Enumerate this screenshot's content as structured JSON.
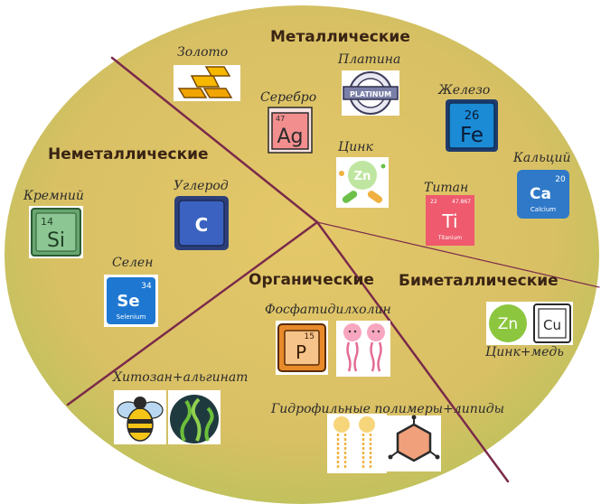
{
  "sections": {
    "metallic": "Металлические",
    "nonmetallic": "Неметаллические",
    "organic": "Органические",
    "bimetallic": "Биметаллические"
  },
  "items": {
    "gold": "Золото",
    "platinum": "Платина",
    "silver": "Серебро",
    "iron": "Железо",
    "zinc": "Цинк",
    "calcium": "Кальций",
    "titanium": "Титан",
    "silicon": "Кремний",
    "carbon": "Углерод",
    "selenium": "Селен",
    "phosphatidylcholine": "Фосфатидилхолин",
    "zinc_copper": "Цинк+медь",
    "chitosan_alginate": "Хитозан+альгинат",
    "hydrophilic_polymers_lipids": "Гидрофильные полимеры+липиды"
  },
  "icon_text": {
    "platinum_seal": "PLATINUM",
    "ag_number": "47",
    "ag_symbol": "Ag",
    "fe_number": "26",
    "fe_symbol": "Fe",
    "zn_symbol": "Zn",
    "ca_number": "20",
    "ca_symbol": "Ca",
    "ca_name": "Calcium",
    "ti_number": "22",
    "ti_mass": "47.867",
    "ti_symbol": "Ti",
    "ti_name": "Titanium",
    "si_number": "14",
    "si_symbol": "Si",
    "c_symbol": "C",
    "se_number": "34",
    "se_symbol": "Se",
    "se_name": "Selenium",
    "p_number": "15",
    "p_symbol": "P",
    "zn2_symbol": "Zn",
    "cu_symbol": "Cu"
  },
  "colors": {
    "ellipse_fill": "#d6bf6a",
    "ellipse_edge": "#b6bd57",
    "divider": "#7a2a4a",
    "heading": "#3a2414"
  }
}
